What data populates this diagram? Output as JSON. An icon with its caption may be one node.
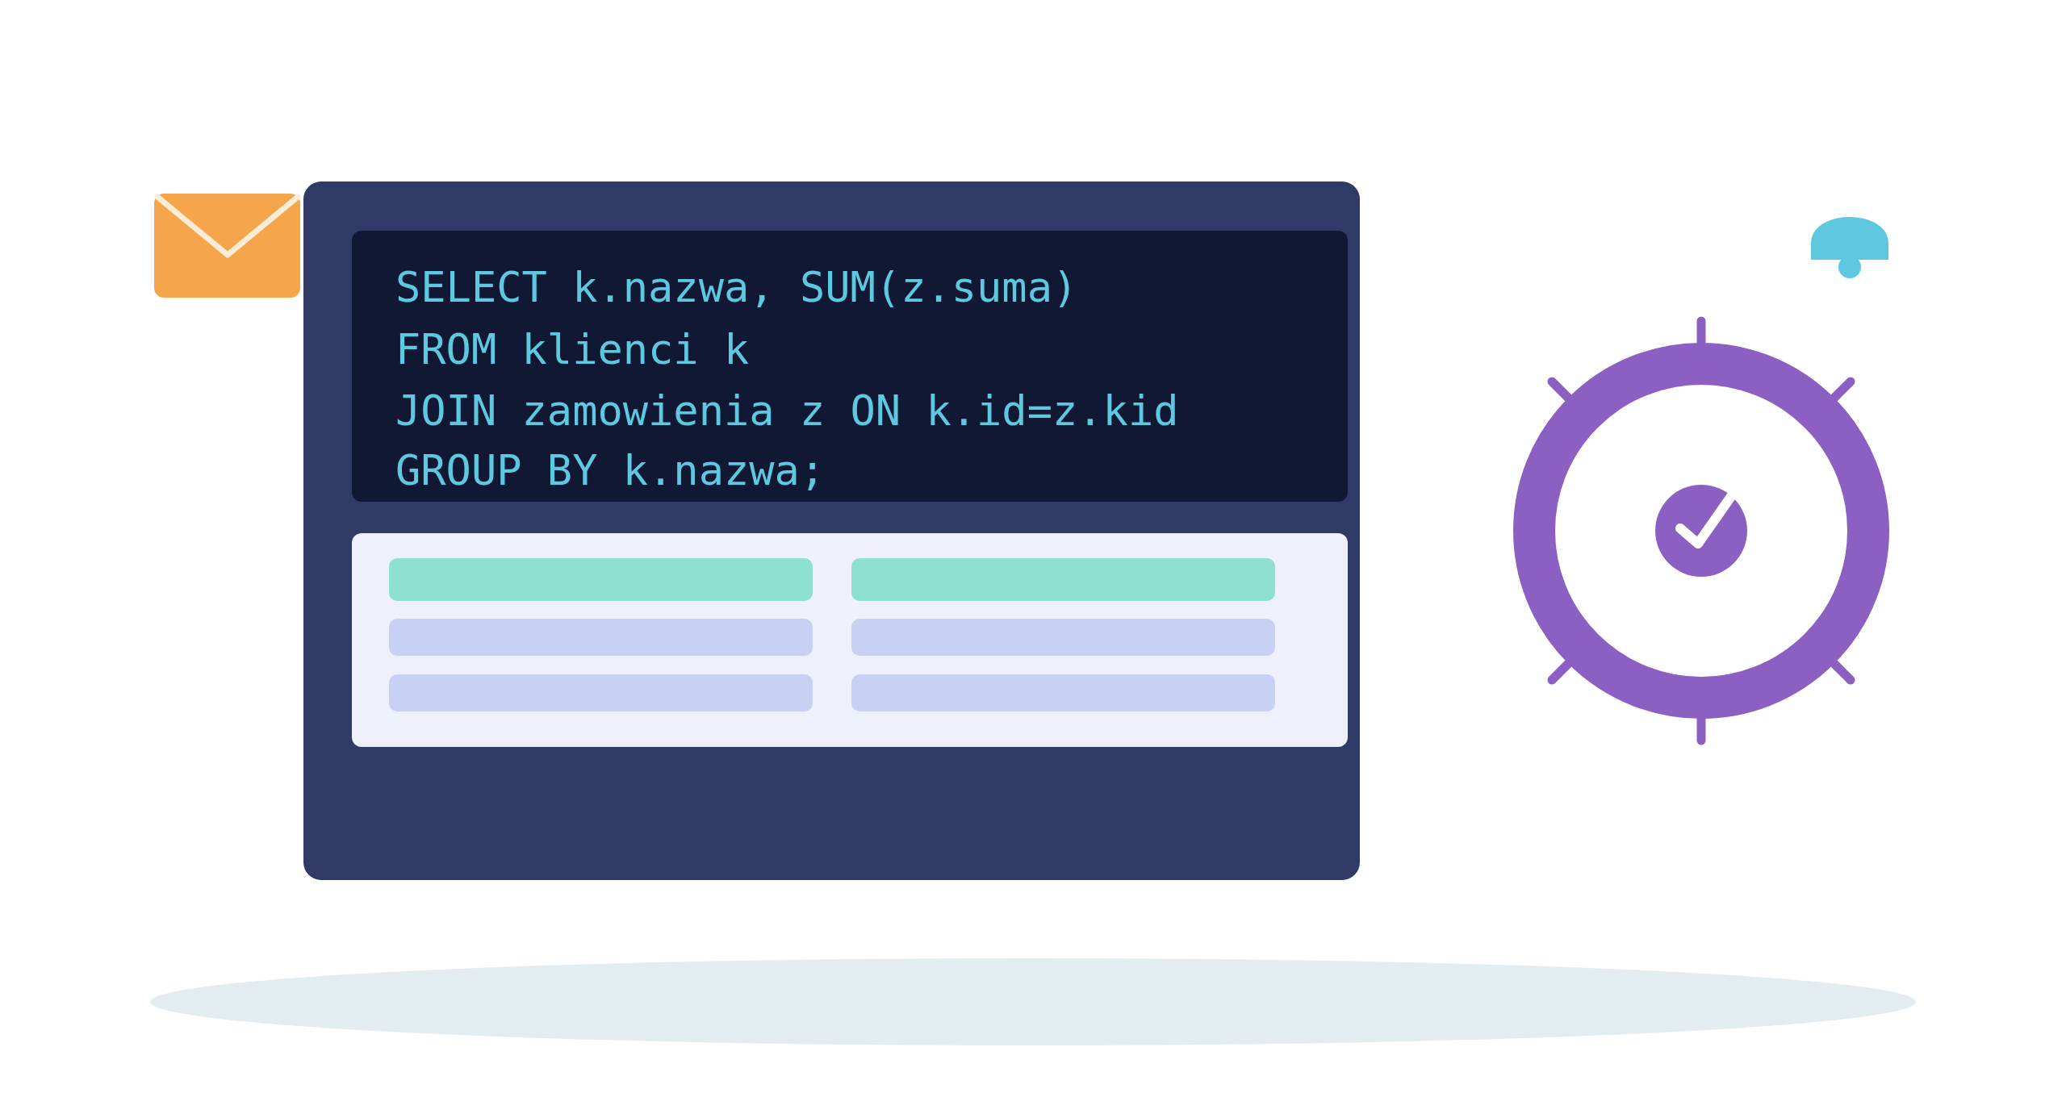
{
  "diagram": {
    "labels": [
      "SELECT k.nazwa, SUM(z.suma)",
      "FROM klienci k",
      "JOIN zamowienia z ON k.id=z.kid",
      "GROUP BY k.nazwa;"
    ]
  }
}
